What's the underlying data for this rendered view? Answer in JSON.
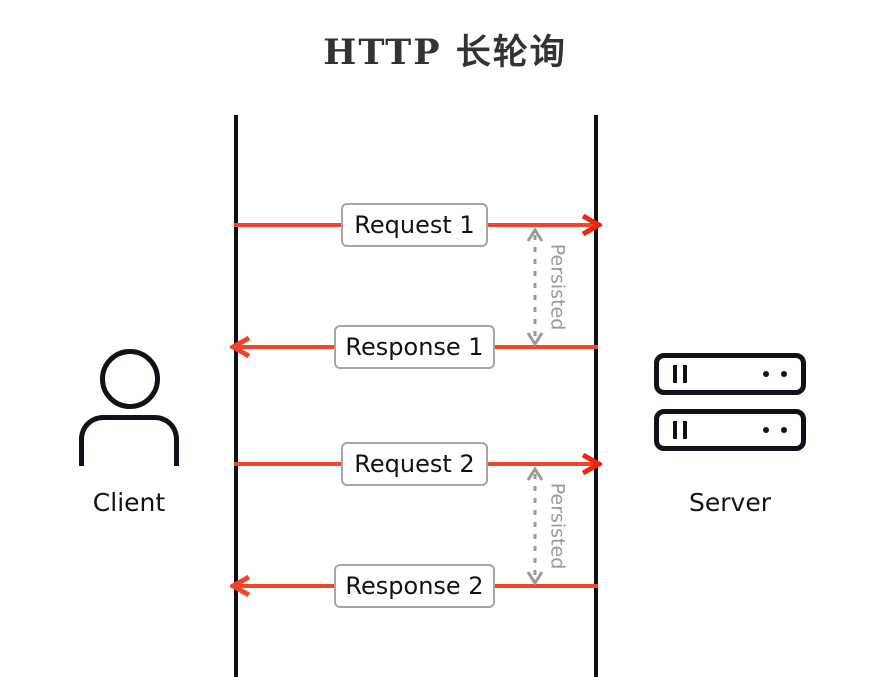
{
  "title": "HTTP 长轮询",
  "colors": {
    "message_line": "#F04526",
    "lifeline": "#111119",
    "box_border": "#A6A6A6",
    "persist_gray": "#9A9A9A",
    "title_gray": "#333333"
  },
  "actors": {
    "client": {
      "label": "Client",
      "icon": "person-icon"
    },
    "server": {
      "label": "Server",
      "icon": "server-rack-icon"
    }
  },
  "messages": [
    {
      "label": "Request 1",
      "direction": "right",
      "from": "client",
      "to": "server"
    },
    {
      "label": "Response 1",
      "direction": "left",
      "from": "server",
      "to": "client"
    },
    {
      "label": "Request 2",
      "direction": "right",
      "from": "client",
      "to": "server"
    },
    {
      "label": "Response 2",
      "direction": "left",
      "from": "server",
      "to": "client"
    }
  ],
  "annotations": [
    {
      "label": "Persisted",
      "spans": "Request 1 to Response 1"
    },
    {
      "label": "Persisted",
      "spans": "Request 2 to Response 2"
    }
  ]
}
